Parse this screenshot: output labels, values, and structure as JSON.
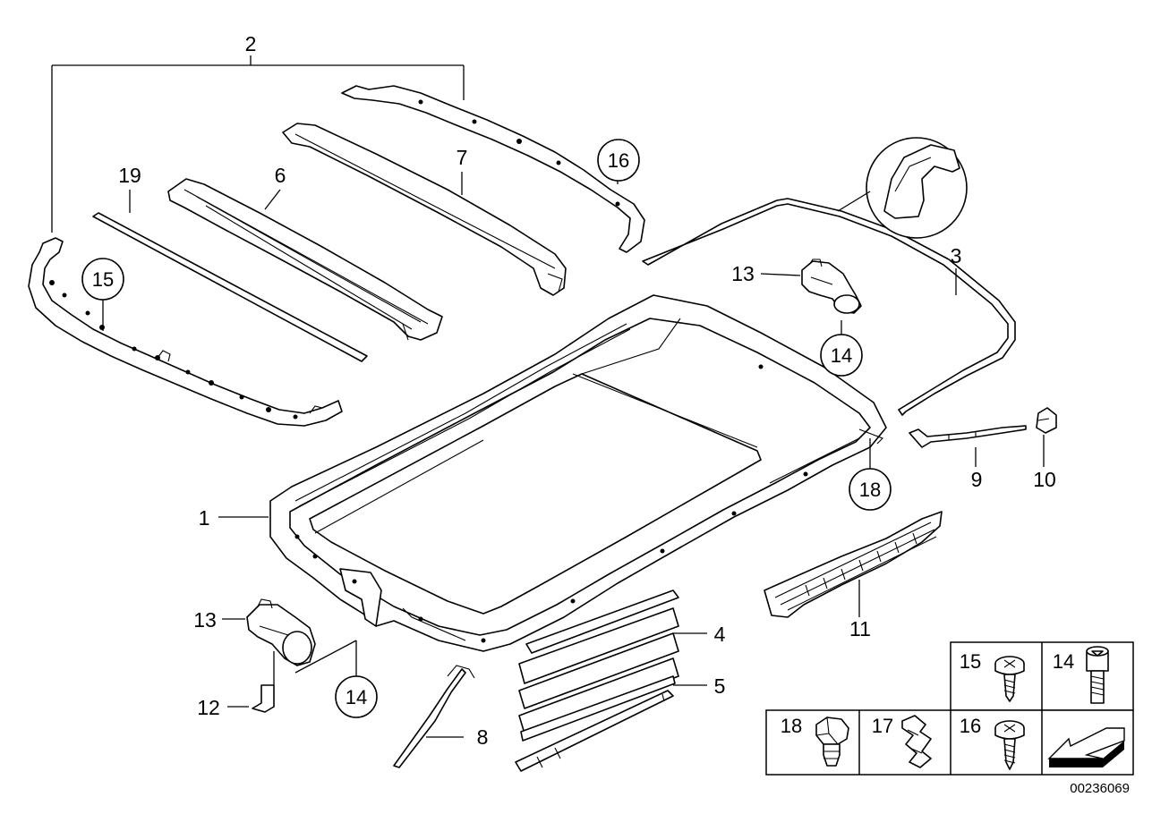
{
  "diagram": {
    "callouts": {
      "c1": "1",
      "c2": "2",
      "c3": "3",
      "c4": "4",
      "c5": "5",
      "c6": "6",
      "c7": "7",
      "c8": "8",
      "c9": "9",
      "c10": "10",
      "c11": "11",
      "c12": "12",
      "c13a": "13",
      "c13b": "13",
      "c19": "19"
    },
    "circled": {
      "c14a": "14",
      "c14b": "14",
      "c15": "15",
      "c16": "16",
      "c18": "18"
    },
    "hardware_grid": [
      {
        "key": "c15",
        "label": "15",
        "icon": "screw-icon"
      },
      {
        "key": "c14",
        "label": "14",
        "icon": "hex-socket-bolt-icon"
      },
      {
        "key": "c18",
        "label": "18",
        "icon": "expanding-rivet-icon"
      },
      {
        "key": "c17",
        "label": "17",
        "icon": "clip-icon"
      },
      {
        "key": "c16",
        "label": "16",
        "icon": "screw-icon"
      },
      {
        "key": "arrow",
        "label": "",
        "icon": "direction-arrow-icon"
      }
    ],
    "grid": {
      "c15": "15",
      "c14": "14",
      "c18": "18",
      "c17": "17",
      "c16": "16"
    },
    "reference_number": "00236069"
  }
}
